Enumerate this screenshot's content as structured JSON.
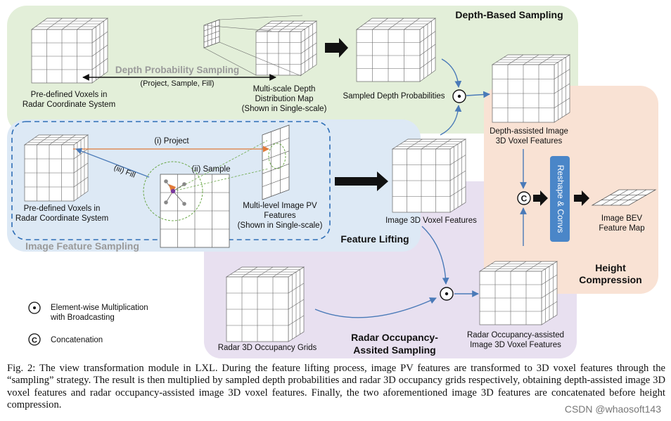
{
  "regions": {
    "depth_sampling": "Depth-Based Sampling",
    "feature_lifting": "Feature Lifting",
    "image_feature_sampling": "Image Feature Sampling",
    "radar_sampling_line1": "Radar Occupancy-",
    "radar_sampling_line2": "Assited Sampling",
    "height_compression_line1": "Height",
    "height_compression_line2": "Compression"
  },
  "labels": {
    "predefined_voxels_top_1": "Pre-defined Voxels in",
    "predefined_voxels_top_2": "Radar Coordinate System",
    "depth_prob_sampling": "Depth Probability Sampling",
    "depth_prob_sub": "(Project, Sample, Fill)",
    "msdd_1": "Multi-scale Depth",
    "msdd_2": "Distribution Map",
    "msdd_3": "(Shown in Single-scale)",
    "sampled_depth": "Sampled Depth Probabilities",
    "depth_assisted_1": "Depth-assisted Image",
    "depth_assisted_2": "3D Voxel Features",
    "project": "(i) Project",
    "sample": "(ii) Sample",
    "fill": "(iii) Fill",
    "predefined_voxels_mid_1": "Pre-defined Voxels in",
    "predefined_voxels_mid_2": "Radar Coordinate System",
    "ml_pv_1": "Multi-level Image PV",
    "ml_pv_2": "Features",
    "ml_pv_3": "(Shown in Single-scale)",
    "image_3d_voxel": "Image 3D Voxel Features",
    "reshape_convs": "Reshape & Convs",
    "bev_1": "Image BEV",
    "bev_2": "Feature Map",
    "radar_occ_grids": "Radar 3D Occupancy Grids",
    "radar_assisted_1": "Radar Occupancy-assisted",
    "radar_assisted_2": "Image 3D Voxel Features"
  },
  "legend": {
    "mult_symbol": "⊙",
    "mult_1": "Element-wise Multiplication",
    "mult_2": "with Broadcasting",
    "concat_symbol": "C",
    "concat": "Concatenation"
  },
  "caption": "Fig. 2: The view transformation module in LXL. During the feature lifting process, image PV features are transformed to 3D voxel features through the “sampling” strategy. The result is then multiplied by sampled depth probabilities and radar 3D occupancy grids respectively, obtaining depth-assisted image 3D voxel features and radar occupancy-assisted image 3D voxel features. Finally, the two aforementioned image 3D features are concatenated before height compression.",
  "watermark": "CSDN @whaosoft143",
  "colors": {
    "green_region": "#e3efd9",
    "blue_region": "#dde9f5",
    "purple_region": "#e8e0f0",
    "orange_region": "#f9e2d4",
    "reshape_box": "#4a86c8",
    "arrow_blue": "#4a7ab8",
    "arrow_orange": "#e07b39"
  }
}
